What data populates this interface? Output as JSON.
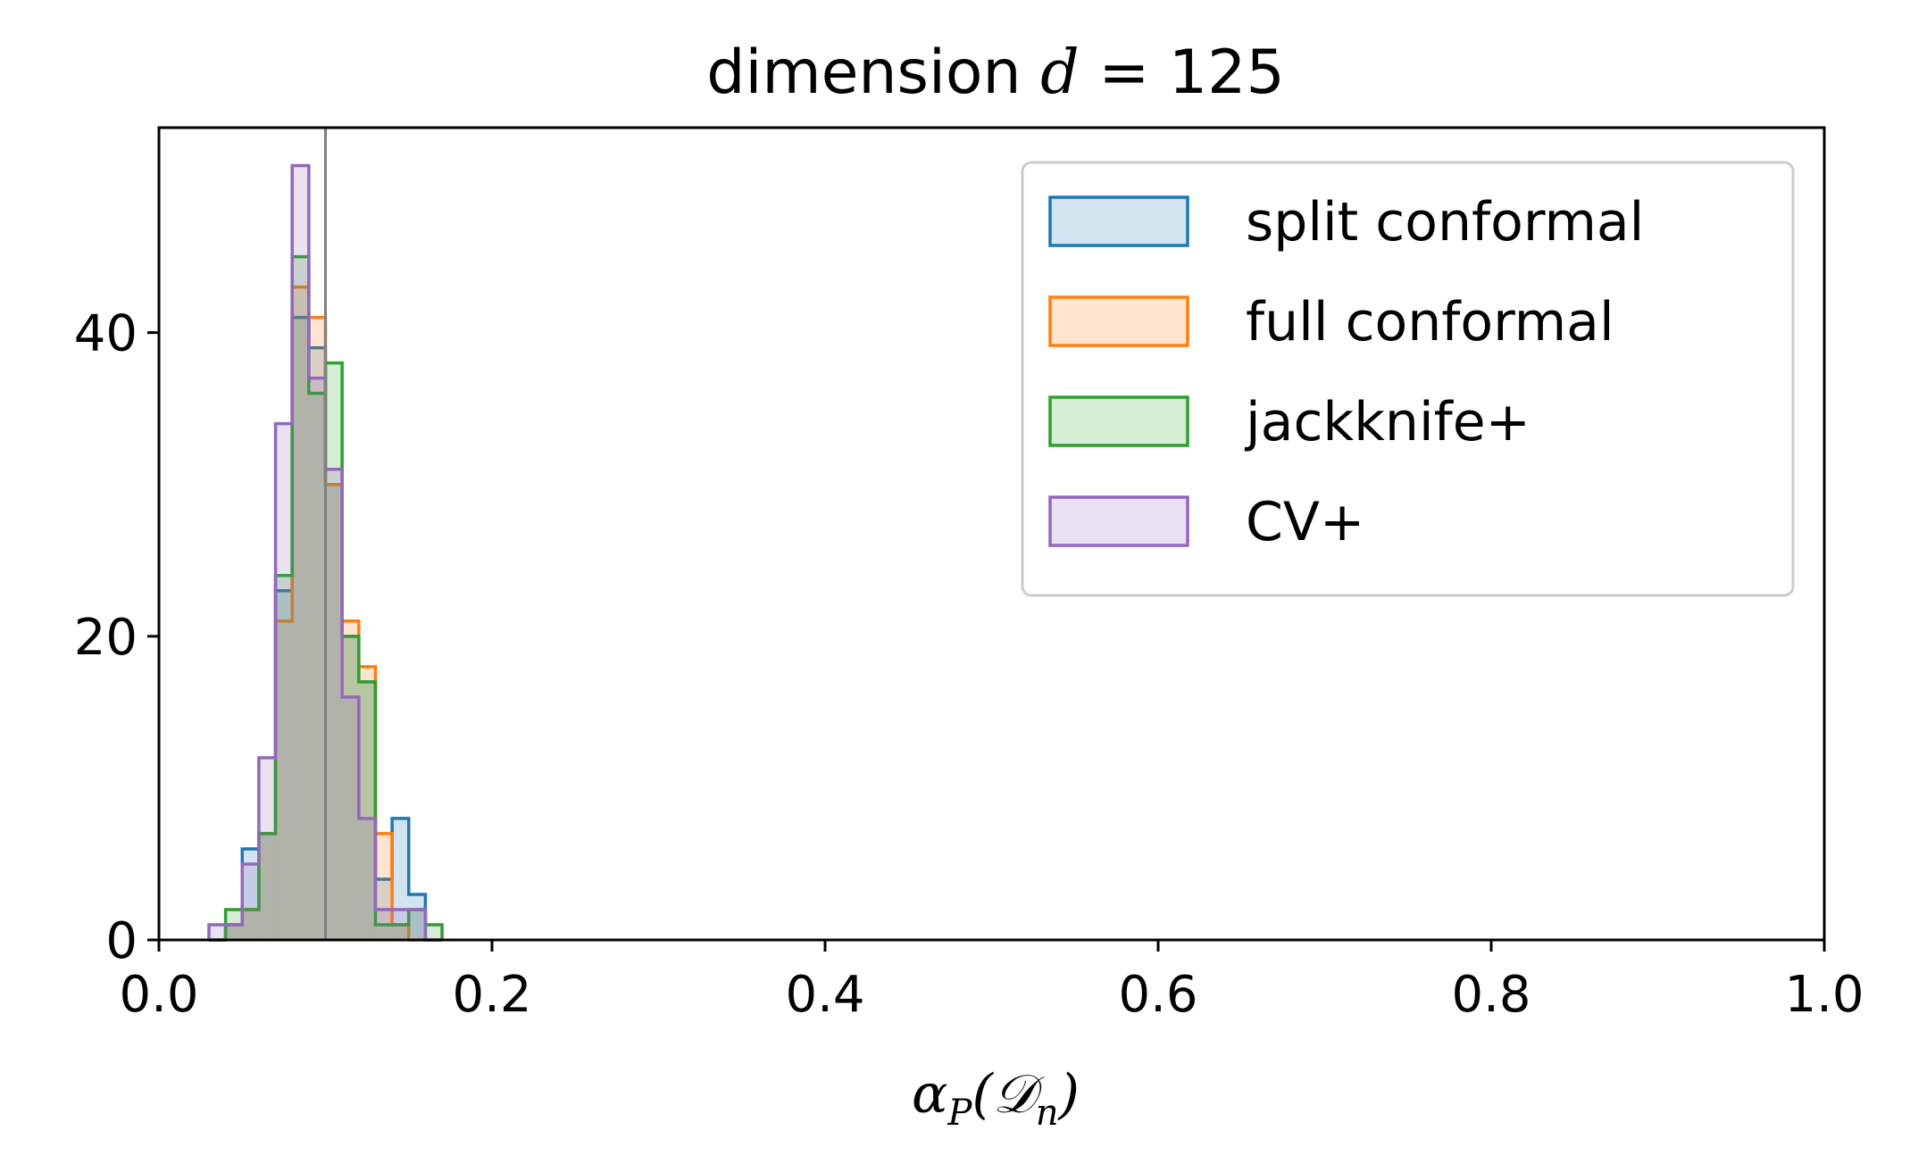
{
  "chart_data": {
    "type": "histogram",
    "title_prefix": "dimension ",
    "title_var": "d",
    "title_suffix": " = 125",
    "xlabel": "αP(Dn)",
    "ylabel": "",
    "xlim": [
      0.0,
      1.0
    ],
    "ylim": [
      0,
      53.5
    ],
    "xticks": [
      "0.0",
      "0.2",
      "0.4",
      "0.6",
      "0.8",
      "1.0"
    ],
    "yticks": [
      "0",
      "20",
      "40"
    ],
    "reference_line": {
      "x": 0.1,
      "color": "#808080"
    },
    "bin_width": 0.01,
    "bin_starts": [
      0.03,
      0.04,
      0.05,
      0.06,
      0.07,
      0.08,
      0.09,
      0.1,
      0.11,
      0.12,
      0.13,
      0.14,
      0.15,
      0.16
    ],
    "legend_position": "upper right",
    "series": [
      {
        "name": "split conformal",
        "color": "#1f77b4",
        "fill": "rgba(31,119,180,0.2)",
        "counts": [
          0,
          1,
          6,
          7,
          23,
          41,
          39,
          30,
          20,
          17,
          4,
          8,
          3,
          0
        ]
      },
      {
        "name": "full conformal",
        "color": "#ff7f0e",
        "fill": "rgba(255,127,14,0.2)",
        "counts": [
          0,
          1,
          2,
          7,
          21,
          43,
          41,
          30,
          21,
          18,
          7,
          1,
          0,
          0
        ]
      },
      {
        "name": "jackknife+",
        "color": "#2ca02c",
        "fill": "rgba(44,160,44,0.2)",
        "counts": [
          0,
          2,
          2,
          7,
          24,
          45,
          36,
          38,
          20,
          17,
          1,
          1,
          2,
          1
        ]
      },
      {
        "name": "CV+",
        "color": "#9467bd",
        "fill": "rgba(148,103,189,0.2)",
        "counts": [
          1,
          1,
          5,
          12,
          34,
          51,
          37,
          31,
          16,
          8,
          2,
          2,
          2,
          0
        ]
      }
    ]
  }
}
